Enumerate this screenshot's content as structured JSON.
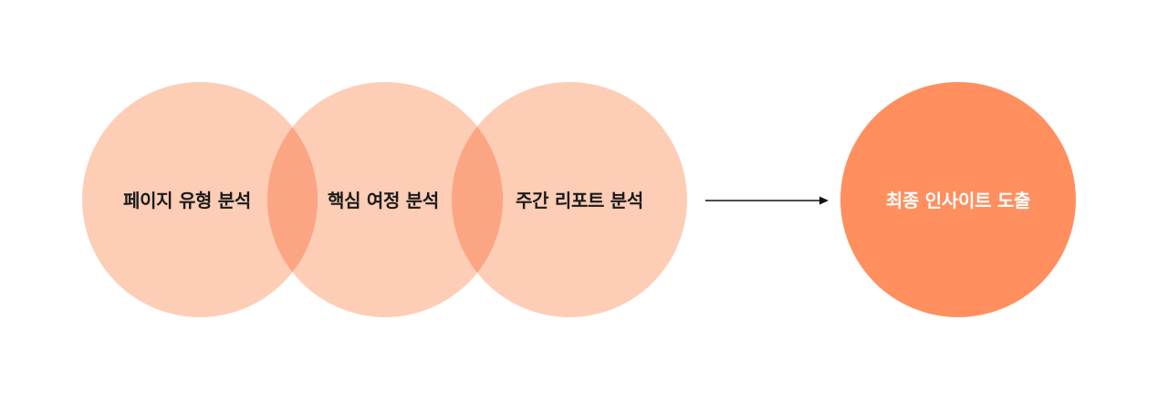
{
  "diagram": {
    "steps": [
      {
        "label": "페이지 유형 분석"
      },
      {
        "label": "핵심 여정 분석"
      },
      {
        "label": "주간 리포트 분석"
      }
    ],
    "result": {
      "label": "최종 인사이트 도출"
    },
    "arrow_icon": "arrow-right-icon",
    "colors": {
      "step_fill": "#fdcdb6",
      "result_fill": "#ff8f5e",
      "step_text": "#1a1a1a",
      "result_text": "#ffffff",
      "arrow": "#111111"
    }
  }
}
